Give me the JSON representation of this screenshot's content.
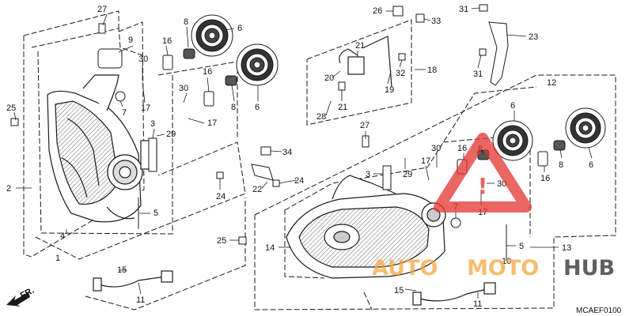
{
  "diagram": {
    "drawing_code": "MCAEF0100",
    "direction_label": "FR.",
    "part_numbers": [
      "1",
      "2",
      "3",
      "4",
      "5",
      "6",
      "7",
      "8",
      "9",
      "10",
      "11",
      "12",
      "13",
      "14",
      "15",
      "16",
      "17",
      "18",
      "19",
      "20",
      "21",
      "22",
      "23",
      "24",
      "25",
      "26",
      "27",
      "28",
      "29",
      "30",
      "31",
      "32",
      "33",
      "34"
    ],
    "watermark": {
      "text_a": "AUTO",
      "text_b": "MOTO",
      "text_c": "HUB",
      "color_red": "#e3342f",
      "color_orange": "#f4a640",
      "color_dark": "#2b2b2b"
    },
    "colors": {
      "line": "#1a1a1a",
      "background": "#ffffff"
    }
  }
}
